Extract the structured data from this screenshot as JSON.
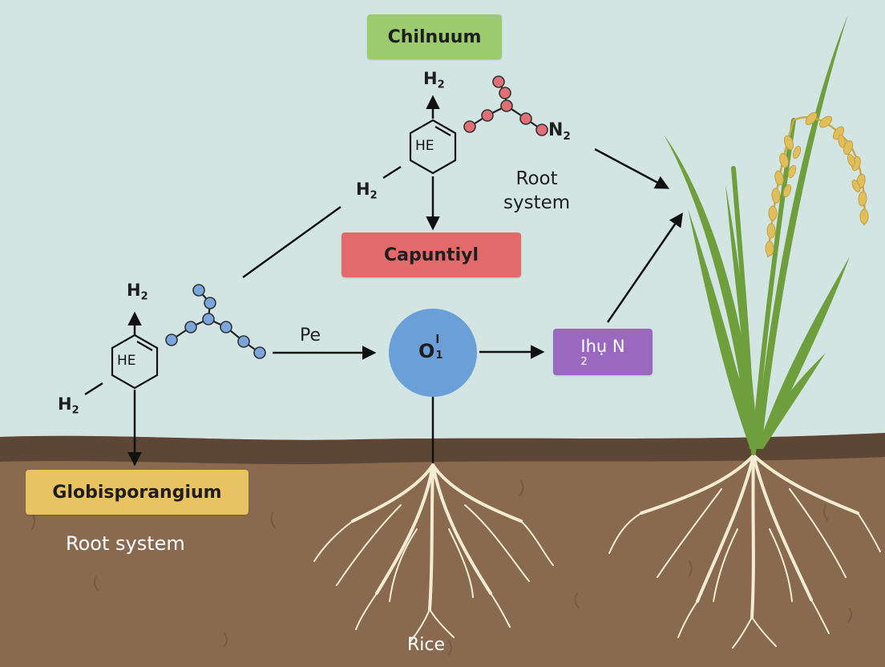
{
  "labels": {
    "chilnuum": "Chilnuum",
    "capuntiyl": "Capuntiyl",
    "globisporangium": "Globisporangium",
    "root_system_bottom": "Root system",
    "root_system_top_line1": "Root",
    "root_system_top_line2": "system",
    "rice": "Rice",
    "pe": "Pe",
    "h2_symbol": "H",
    "h2_subscript": "2",
    "n2_top_symbol": "N",
    "n2_top_subscript": "2",
    "purple_box_text": "Ihụ N",
    "purple_box_subscript": "2",
    "ring_label": "HE",
    "circle_main": "O",
    "circle_sup": "l",
    "circle_sub": "1"
  },
  "colors": {
    "sky": "#d3e5e3",
    "soil": "#8a6a4f",
    "soil_top": "#5e4637",
    "green_box": "#9ccb6e",
    "red_box": "#e26a6a",
    "yellow_box": "#e9c262",
    "purple_box": "#9b68c0",
    "blue_circle": "#6a9fd8",
    "red_atom": "#e26f76",
    "blue_atom": "#7aa6dd",
    "root": "#f4ecd2",
    "leaf": "#6f9e3c",
    "grain": "#e0bf5b"
  }
}
